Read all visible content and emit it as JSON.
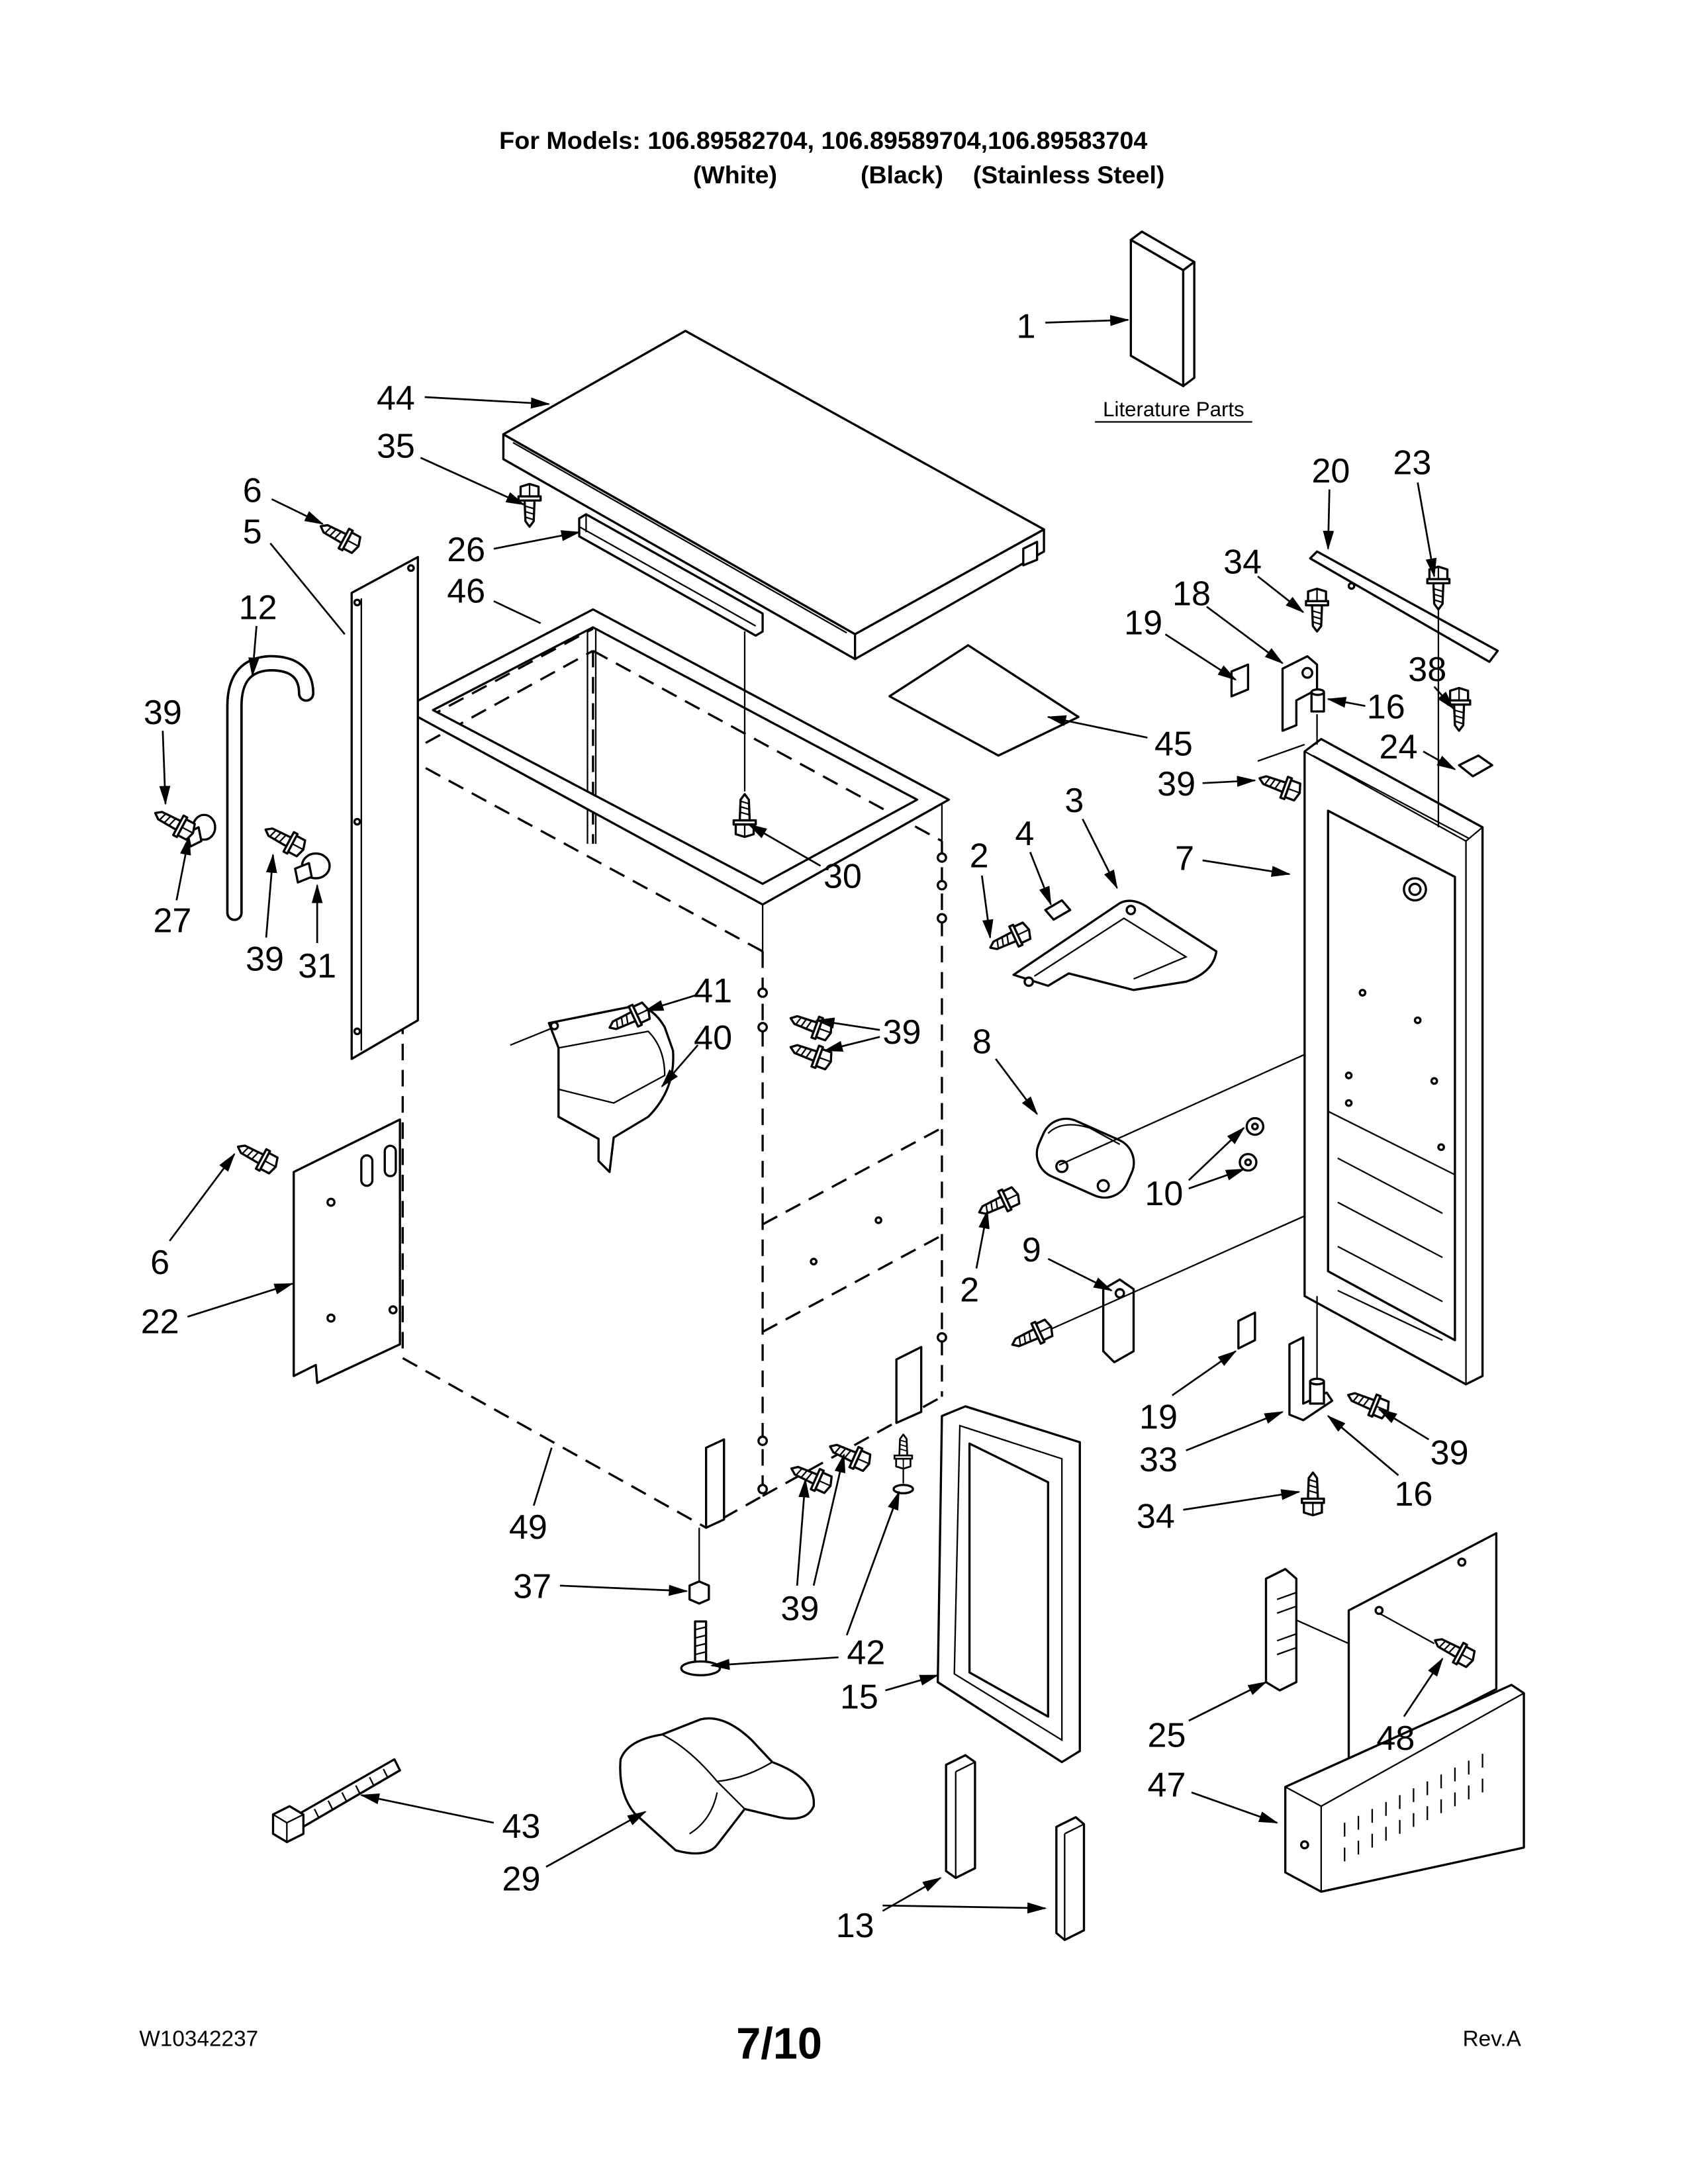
{
  "header": {
    "models_line": "For Models: 106.89582704, 106.89589704,106.89583704",
    "white": "(White)",
    "black": "(Black)",
    "stainless": "(Stainless Steel)"
  },
  "literature_label": "Literature Parts",
  "callouts": [
    "1",
    "44",
    "35",
    "6",
    "5",
    "26",
    "46",
    "12",
    "39",
    "27",
    "39",
    "31",
    "30",
    "41",
    "40",
    "39",
    "2",
    "4",
    "3",
    "8",
    "10",
    "6",
    "22",
    "2",
    "9",
    "49",
    "37",
    "39",
    "42",
    "15",
    "43",
    "29",
    "13",
    "25",
    "48",
    "47",
    "19",
    "33",
    "34",
    "16",
    "39",
    "7",
    "39",
    "45",
    "19",
    "18",
    "34",
    "16",
    "20",
    "23",
    "38",
    "24"
  ],
  "footer": {
    "doc_number": "W10342237",
    "page": "7/10",
    "revision": "Rev.A"
  }
}
